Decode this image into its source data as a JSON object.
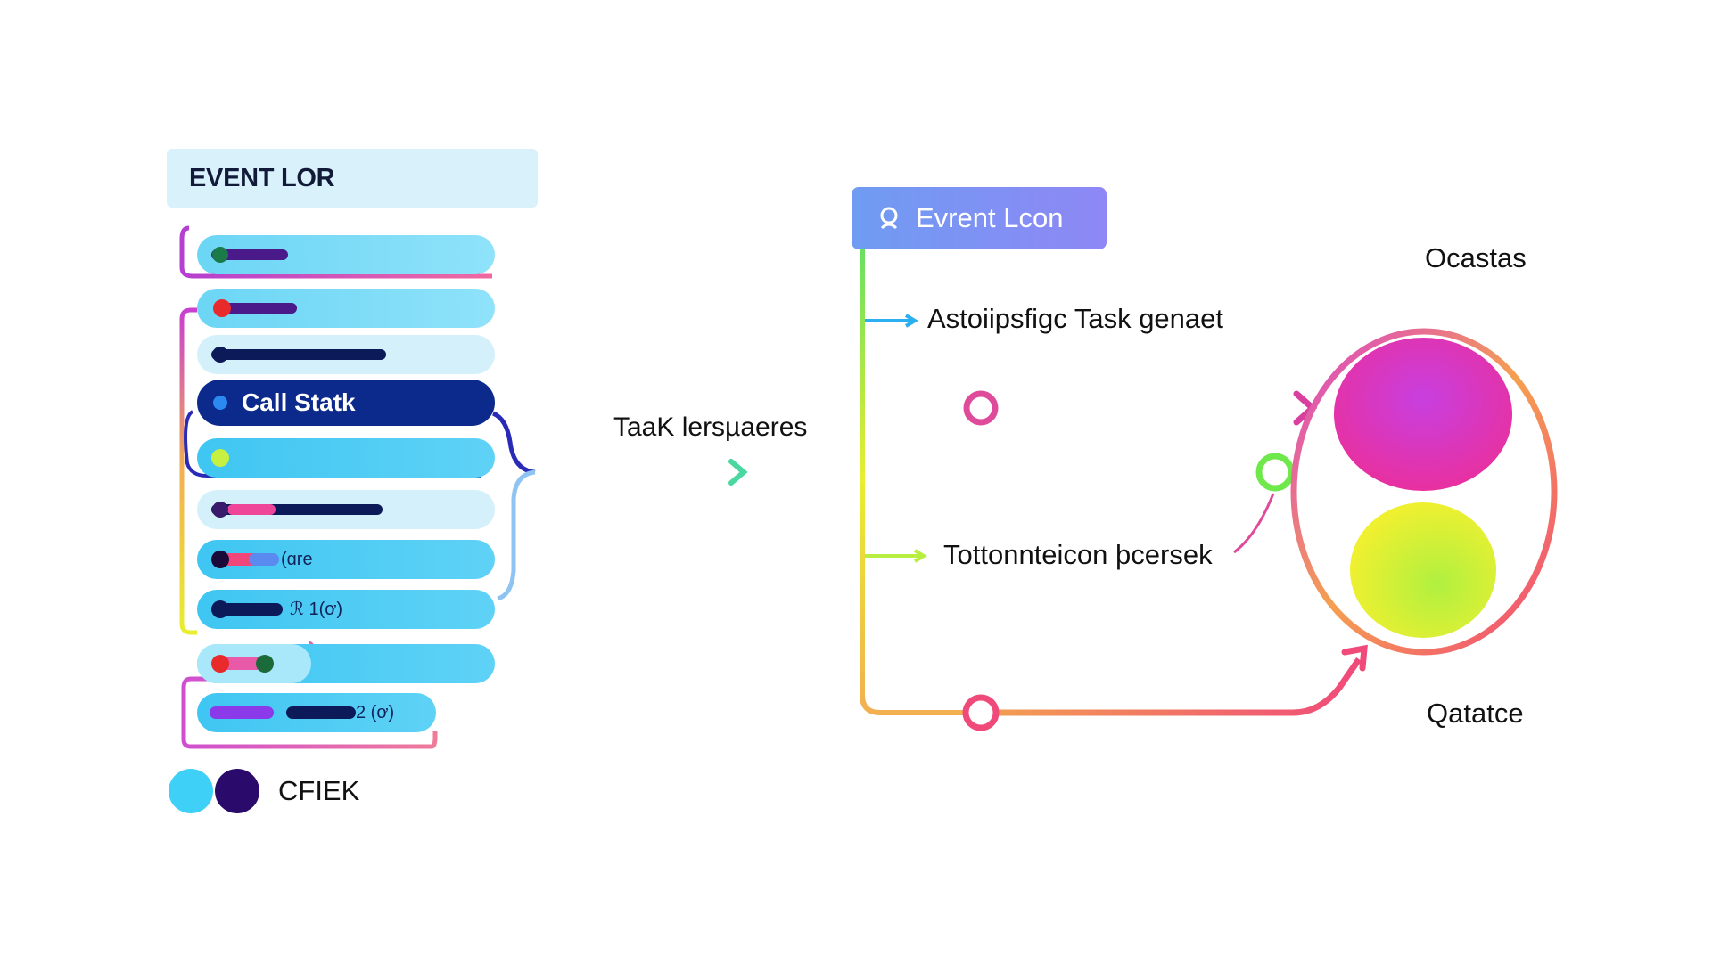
{
  "event_list": {
    "title": "EVENT LOR",
    "items": [
      {
        "label": ""
      },
      {
        "label": ""
      },
      {
        "label": ""
      },
      {
        "label": "Call Statk"
      },
      {
        "label": ""
      },
      {
        "label": ""
      },
      {
        "label": "(ɑre"
      },
      {
        "label": "ℛ 1(ơ)"
      },
      {
        "label": ""
      },
      {
        "label": "2 (ơ)"
      }
    ]
  },
  "legend": {
    "label": "CFIEK"
  },
  "event_loop": {
    "title": "Evrent Lcon",
    "icon": "search-icon"
  },
  "labels": {
    "task_responses": "TaaK lersµaeres",
    "async_task": "Astoiipsfigc Task genaet",
    "transaction": "Tottonnteicon þcersek",
    "top_right": "Ocastas",
    "bottom_right": "Qatatce"
  },
  "colors": {
    "navy": "#0c2a8c",
    "magenta": "#e030b0",
    "yellow": "#e8f030",
    "green": "#6ee84a",
    "cyan": "#3fc6f2",
    "pink": "#f0467a"
  }
}
